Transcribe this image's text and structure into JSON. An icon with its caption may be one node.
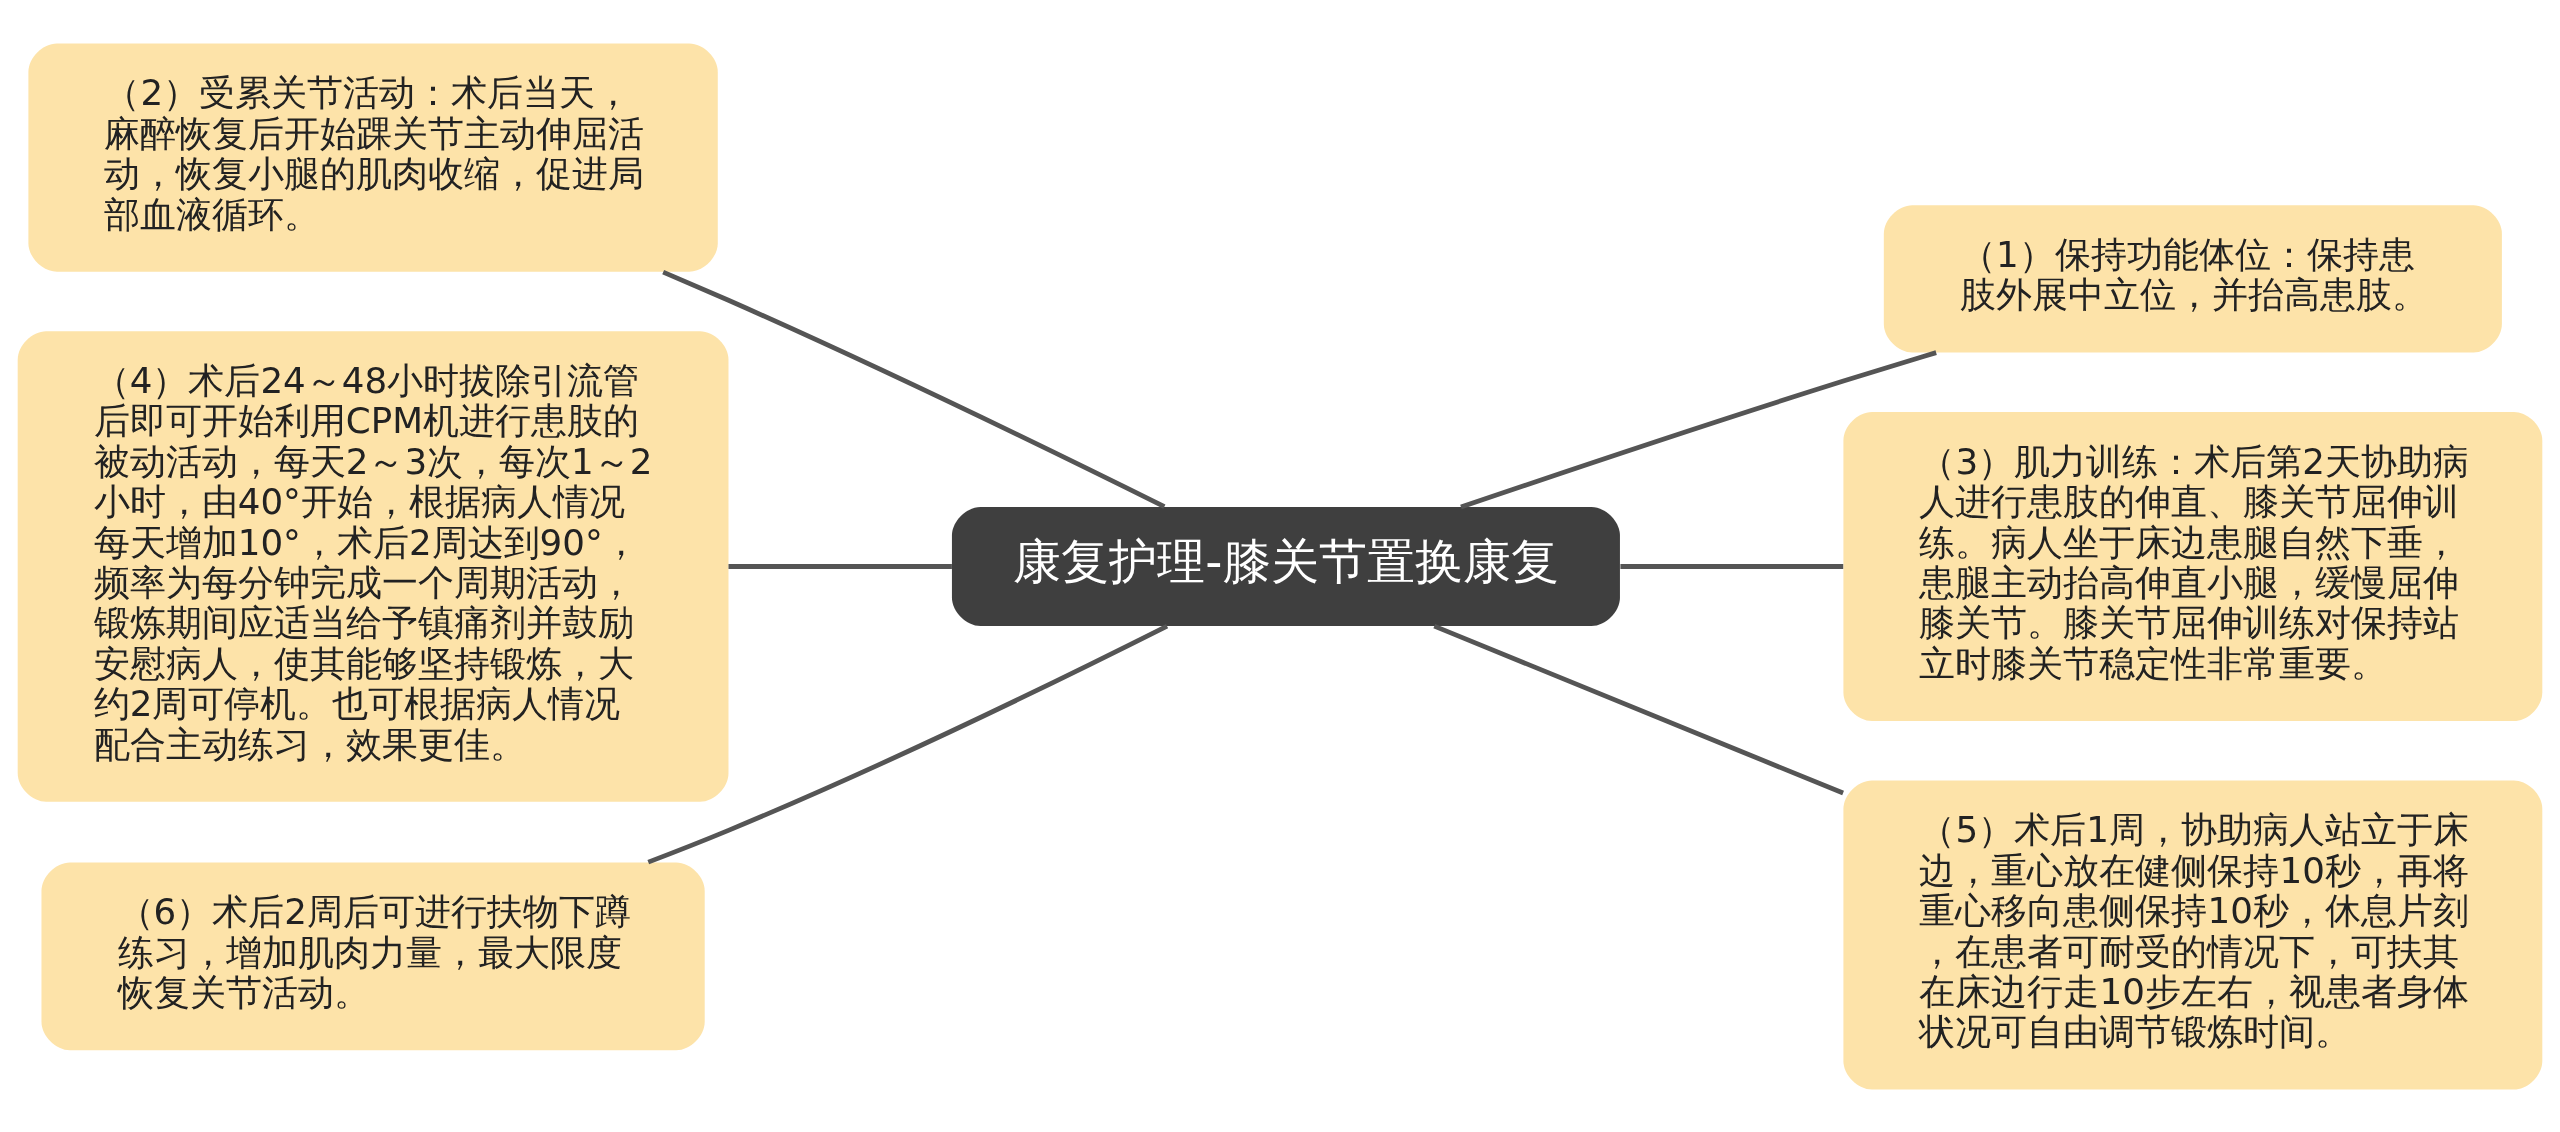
{
  "diagram": {
    "nodes": [
      {
        "text": [
          "康复护理-膝关节置换康复"
        ]
      },
      {
        "text": [
          "（2）受累关节活动：术后当天，麻醉恢复后开始踝关节主动伸屈活动，恢复小腿的肌肉收缩，促进局部血液循环。"
        ]
      },
      {
        "text": [
          "（1）保持功能体位：保持患肢外展中立位，并抬高患肢。"
        ]
      },
      {
        "text": [
          "（4）术后24～48小时拔除引流管后即可开始利用CPM机进行患肢的被动活动，每天2～3次，每次1～2小时，由40°开始，根据病人情况每天增加10°，术后2周达到90°，频率为每分钟完成一个周期活动，锻炼期间应适当给予镇痛剂并鼓励安慰病人，使其能够坚持锻炼，大约2周可停机。也可根据病人情况配合主动练习，效果更佳。"
        ]
      },
      {
        "text": [
          "（3）肌力训练：术后第2天协助病人进行患肢的伸直、膝关节屈伸训练。病人坐于床边患腿自然下垂，患腿主动抬高伸直小腿，缓慢屈伸膝关节。膝关节屈伸训练对保持站立时膝关节稳定性非常重要。"
        ]
      },
      {
        "text": [
          "（5）术后1周，协助病人站立于床边，重心放在健侧保持10秒，再将重心移向患侧保持10秒，休息片刻，在患者可耐受的情况下，可扶其在床边行走10步左右，视患者身体状况可自由调节锻炼时间。"
        ]
      },
      {
        "text": [
          "（6）术后2周后可进行扶物下蹲练习，增加肌肉力量，最大限度恢复关节活动。"
        ]
      }
    ],
    "edges": [
      {
        "from": 1,
        "to": 0,
        "arrow": "none"
      },
      {
        "from": 0,
        "to": 2,
        "arrow": "none"
      },
      {
        "from": 3,
        "to": 0,
        "arrow": "none"
      },
      {
        "from": 0,
        "to": 4,
        "arrow": "none"
      },
      {
        "from": 0,
        "to": 5,
        "arrow": "none"
      },
      {
        "from": 6,
        "to": 0,
        "arrow": "none"
      }
    ]
  }
}
